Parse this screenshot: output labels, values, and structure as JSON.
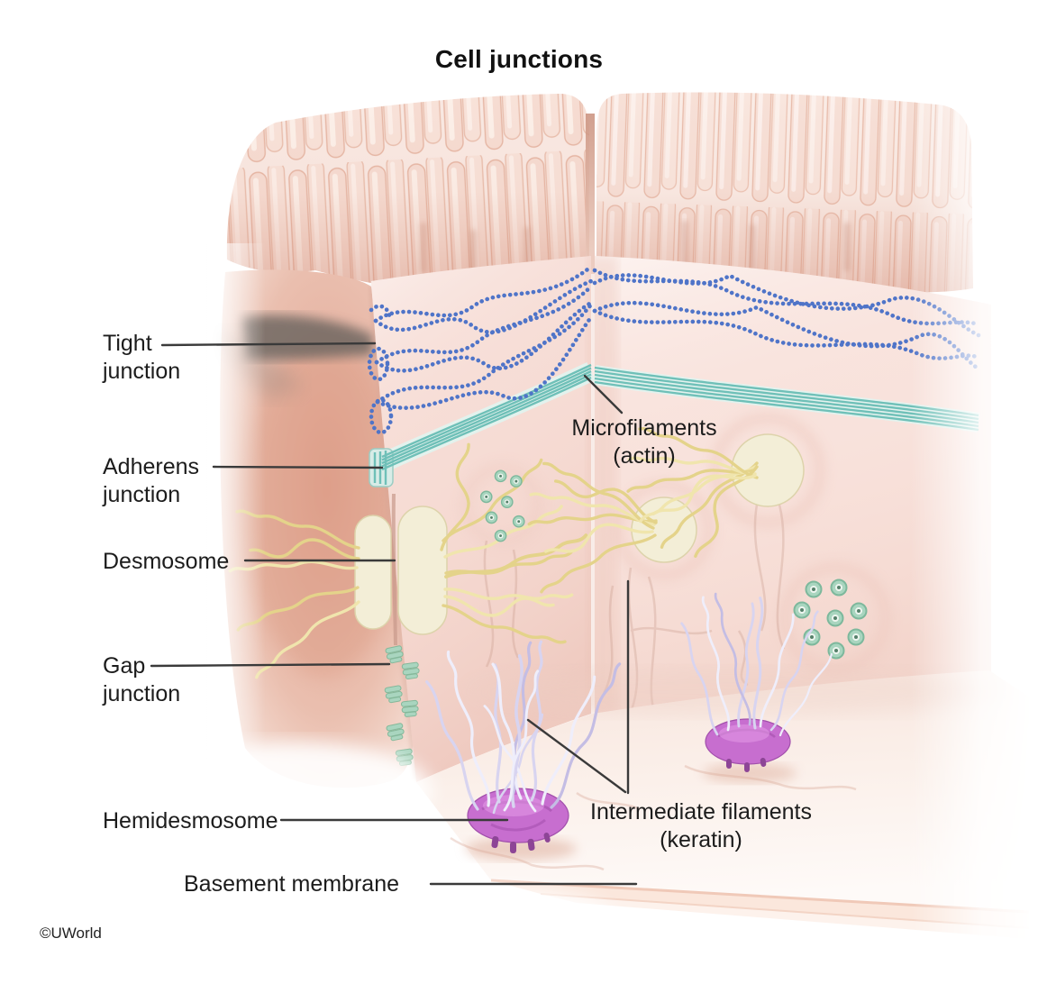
{
  "title": "Cell junctions",
  "copyright": "©UWorld",
  "labels": {
    "tight_junction": "Tight\njunction",
    "adherens_junction": "Adherens\njunction",
    "desmosome": "Desmosome",
    "gap_junction": "Gap\njunction",
    "hemidesmosome": "Hemidesmosome",
    "basement_membrane": "Basement membrane",
    "microfilaments": "Microfilaments\n(actin)",
    "intermediate_filaments": "Intermediate filaments\n(keratin)"
  },
  "colors": {
    "background": "#ffffff",
    "text": "#1c1c1c",
    "leader_line": "#3a3a3a",
    "tight_junction_blue": "#4f74c8",
    "microfilament_teal": "#6fc0b8",
    "desmosome_cream": "#f3eed7",
    "keratin_yellow": "#e4d38a",
    "gap_junction_green": "#a9d5bf",
    "hemidesmosome_purple": "#c76ecf",
    "intermediate_filament_lavender": "#d8d4f0",
    "cell_pink": "#f7ded7",
    "basement_membrane_edge": "#f0c9b8"
  }
}
